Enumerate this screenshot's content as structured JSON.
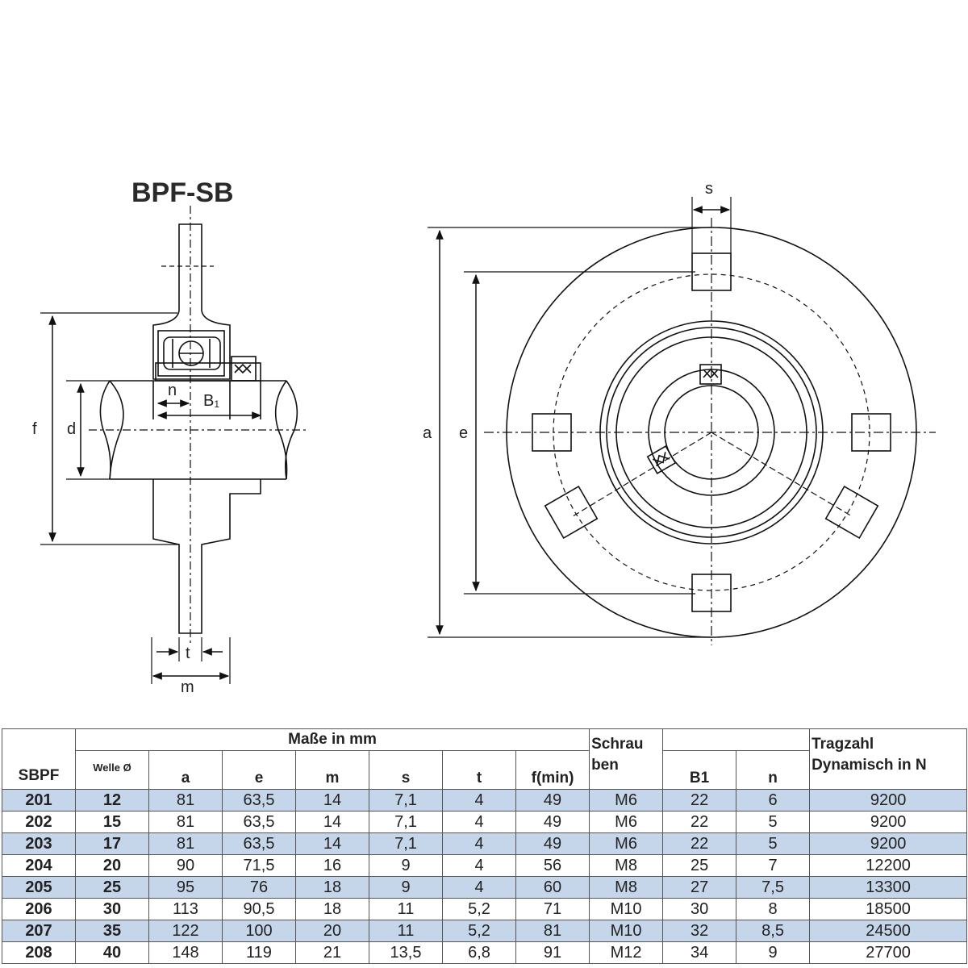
{
  "drawing": {
    "title": "BPF-SB",
    "labels": {
      "f": "f",
      "d": "d",
      "n": "n",
      "B1": "B",
      "B1_sub": "1",
      "t": "t",
      "m": "m",
      "a": "a",
      "e": "e",
      "s": "s"
    }
  },
  "table": {
    "header": {
      "sbpf": "SBPF",
      "masse": "Maße in mm",
      "welle": "Welle Ø",
      "a": "a",
      "e": "e",
      "m": "m",
      "s": "s",
      "t": "t",
      "fmin": "f(min)",
      "schrauben_1": "Schrau",
      "schrauben_2": "ben",
      "b1": "B1",
      "n": "n",
      "tragzahl_1": "Tragzahl",
      "tragzahl_2": "Dynamisch in N"
    },
    "rows": [
      [
        "201",
        "12",
        "81",
        "63,5",
        "14",
        "7,1",
        "4",
        "49",
        "M6",
        "22",
        "6",
        "9200"
      ],
      [
        "202",
        "15",
        "81",
        "63,5",
        "14",
        "7,1",
        "4",
        "49",
        "M6",
        "22",
        "5",
        "9200"
      ],
      [
        "203",
        "17",
        "81",
        "63,5",
        "14",
        "7,1",
        "4",
        "49",
        "M6",
        "22",
        "5",
        "9200"
      ],
      [
        "204",
        "20",
        "90",
        "71,5",
        "16",
        "9",
        "4",
        "56",
        "M8",
        "25",
        "7",
        "12200"
      ],
      [
        "205",
        "25",
        "95",
        "76",
        "18",
        "9",
        "4",
        "60",
        "M8",
        "27",
        "7,5",
        "13300"
      ],
      [
        "206",
        "30",
        "113",
        "90,5",
        "18",
        "11",
        "5,2",
        "71",
        "M10",
        "30",
        "8",
        "18500"
      ],
      [
        "207",
        "35",
        "122",
        "100",
        "20",
        "11",
        "5,2",
        "81",
        "M10",
        "32",
        "8,5",
        "24500"
      ],
      [
        "208",
        "40",
        "148",
        "119",
        "21",
        "13,5",
        "6,8",
        "91",
        "M12",
        "34",
        "9",
        "27700"
      ]
    ]
  }
}
